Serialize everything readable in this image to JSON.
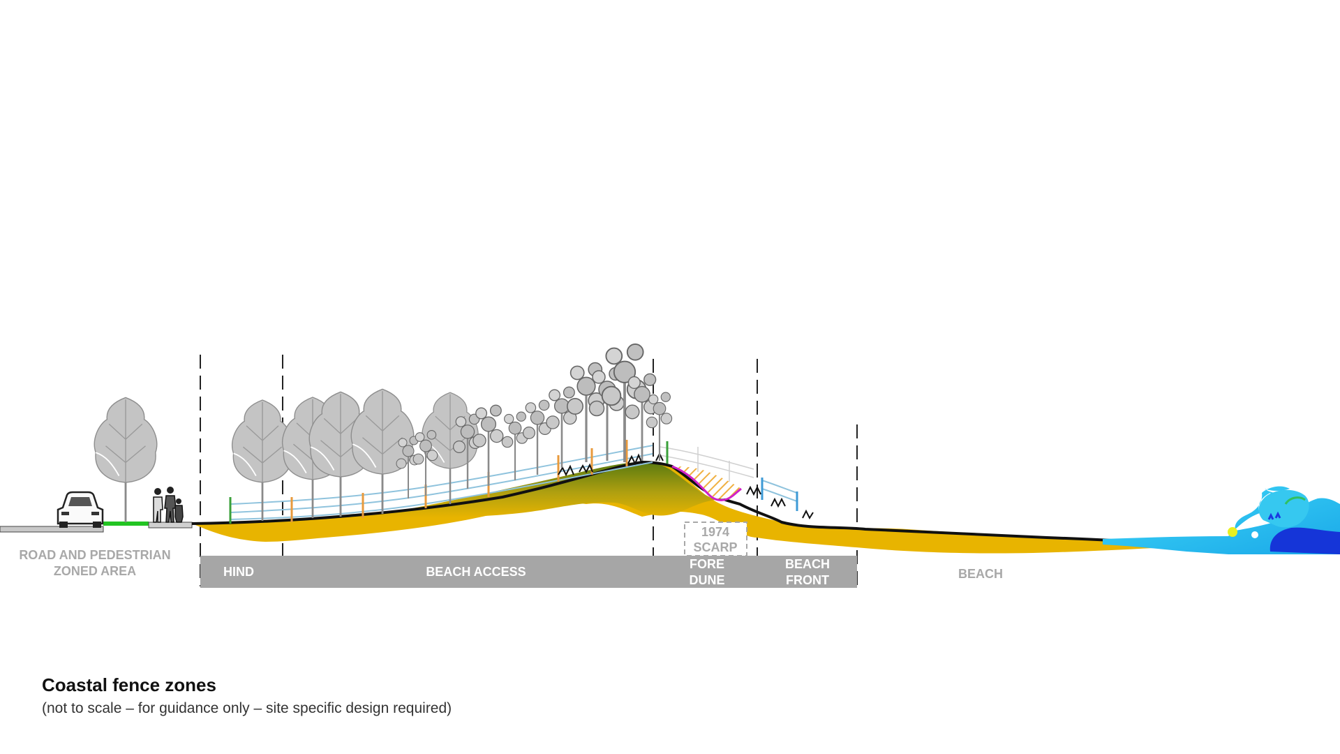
{
  "caption": {
    "title": "Coastal fence zones",
    "subtitle": "(not to scale – for guidance only – site specific design required)"
  },
  "labels": {
    "road_area": [
      "ROAD AND PEDESTRIAN",
      "ZONED AREA"
    ],
    "hind": "HIND",
    "beach_access": "BEACH ACCESS",
    "fore_dune": [
      "FORE",
      "DUNE"
    ],
    "beach_front": [
      "BEACH",
      "FRONT"
    ],
    "beach": "BEACH",
    "scarp": [
      "1974",
      "SCARP"
    ]
  },
  "colors": {
    "sand": "#e8b400",
    "vegetated_dune": "#5f7d12",
    "zone_bar": "#a6a6a6",
    "label_gray": "#a8a8a8",
    "fence_wire": "#8fc3dd",
    "post_orange": "#e89a3c",
    "post_green": "#3aa03a",
    "post_blue": "#3d9ad6",
    "path_green": "#22c422",
    "scarp_hatch": "#f0b040",
    "scarp_line": "#d020c8",
    "wave_light": "#36c8f0",
    "wave_dark": "#1535d8",
    "tree": "#bdbdbd"
  },
  "icons": {
    "car": "car-icon",
    "pedestrians": "pedestrians-icon",
    "wave": "wave-icon",
    "tree": "tree-icon",
    "fence": "fence-icon"
  }
}
